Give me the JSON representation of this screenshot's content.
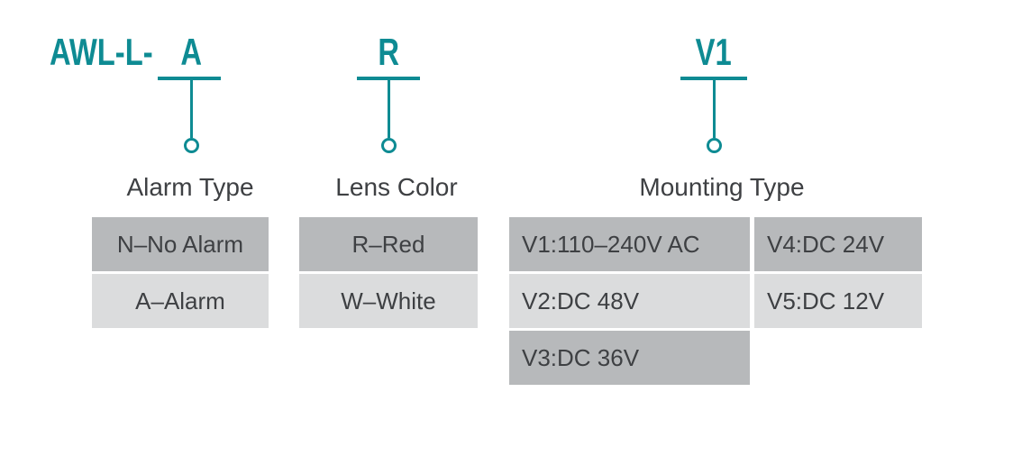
{
  "model": {
    "prefix": "AWL-L-",
    "alarm": {
      "code": "A",
      "title": "Alarm Type",
      "options": [
        "N–No Alarm",
        "A–Alarm"
      ]
    },
    "lens": {
      "code": "R",
      "title": "Lens Color",
      "options": [
        "R–Red",
        "W–White"
      ]
    },
    "mounting": {
      "code": "V1",
      "title": "Mounting Type",
      "col1": [
        "V1:110–240V AC",
        "V2:DC 48V",
        "V3:DC 36V"
      ],
      "col2": [
        "V4:DC 24V",
        "V5:DC 12V"
      ]
    }
  },
  "colors": {
    "teal": "#0e8b93",
    "row_dark": "#b7b9bb",
    "row_light": "#dbdcdd",
    "text": "#3e4043"
  }
}
